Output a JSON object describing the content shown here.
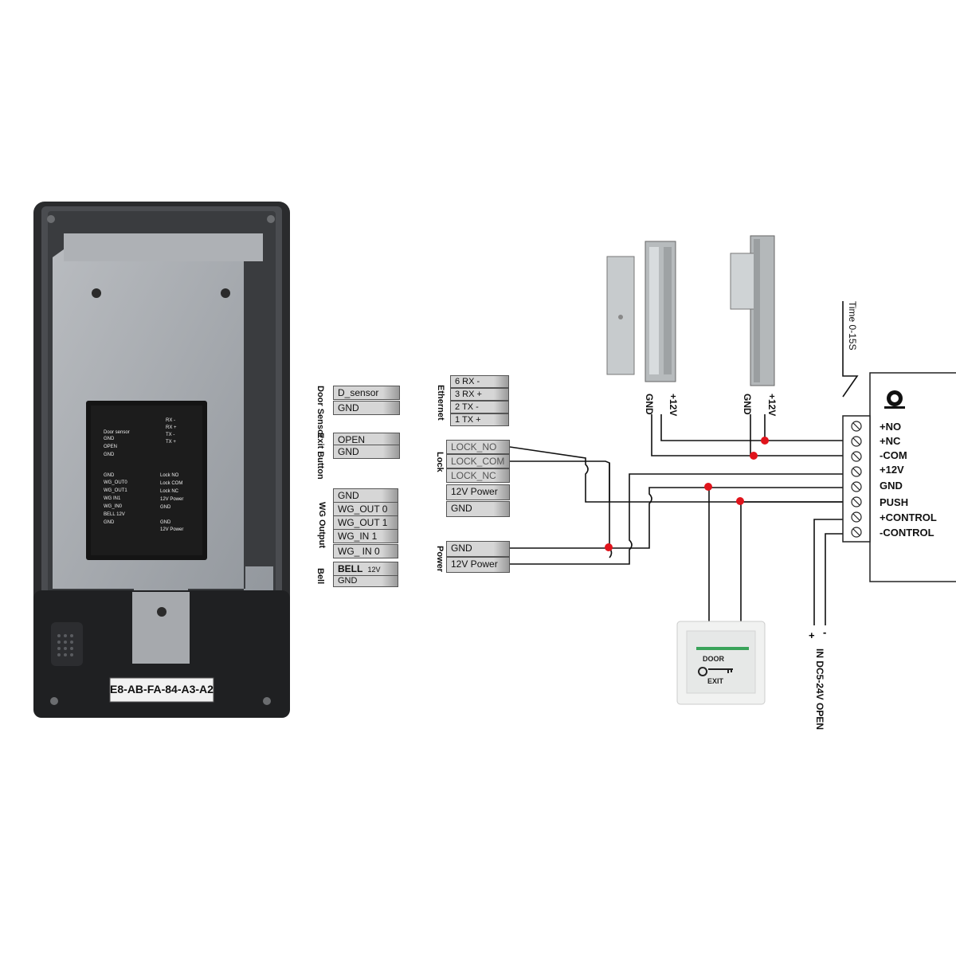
{
  "device": {
    "serial_label": "E8-AB-FA-84-A3-A2",
    "board_labels": {
      "door_sensor": "Door sensor",
      "gnd": "GND",
      "open": "OPEN",
      "rx_minus": "RX -",
      "rx_plus": "RX +",
      "tx_minus": "TX -",
      "tx_plus": "TX +",
      "wg_out0": "WG_OUT0",
      "wg_out1": "WG_OUT1",
      "wg_in1": "WG IN1",
      "wg_in0": "WG_IN0",
      "bell_12v": "BELL 12V",
      "lock_no": "Lock NO",
      "lock_com": "Lock COM",
      "lock_nc": "Lock NC",
      "power_12v": "12V Power"
    }
  },
  "groups": {
    "door_sensor": "Door Sensor",
    "exit_button": "Exit Button",
    "wg_output": "WG Output",
    "bell": "Bell",
    "ethernet": "Ethernet",
    "lock": "Lock",
    "power": "Power"
  },
  "terminals": {
    "door_sensor": [
      "D_sensor",
      "GND"
    ],
    "exit_button": [
      "OPEN",
      "GND"
    ],
    "wg": [
      "GND",
      "WG_OUT 0",
      "WG_OUT 1",
      "WG_IN 1",
      "WG_ IN 0"
    ],
    "bell": [
      "BELL",
      "12V",
      "GND"
    ],
    "ethernet": [
      "6 RX -",
      "3 RX +",
      "2 TX -",
      "1 TX +"
    ],
    "lock": [
      "LOCK_NO",
      "LOCK_COM",
      "LOCK_NC",
      "12V Power",
      "GND"
    ],
    "power": [
      "GND",
      "12V Power"
    ]
  },
  "locks": {
    "maglock_labels": [
      "GND",
      "+12V"
    ],
    "strike_labels": [
      "GND",
      "+12V"
    ]
  },
  "controller": {
    "time_label": "Time 0-15S",
    "terminals": [
      "+NO",
      "+NC",
      "-COM",
      "+12V",
      "GND",
      "PUSH",
      "+CONTROL",
      "-CONTROL"
    ],
    "input_polarity": [
      "+",
      "-"
    ],
    "input_label": "IN DC5-24V OPEN"
  },
  "exit_switch": {
    "line1": "DOOR",
    "line2": "EXIT"
  }
}
